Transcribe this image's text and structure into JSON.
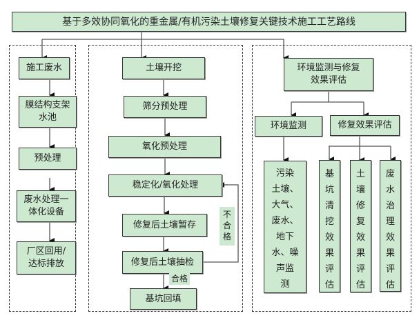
{
  "title": "基于多效协同氧化的重金属/有机污染土壤修复关键技术施工工艺路线",
  "colors": {
    "box_fill": "#cde9d0",
    "border": "#333333"
  },
  "left_column": {
    "steps": [
      "施工废水",
      "膜结构支架\n水池",
      "预处理",
      "废水处理一\n体化设备",
      "厂区回用/\n达标排放"
    ]
  },
  "middle_column": {
    "steps": [
      "土壤开挖",
      "筛分预处理",
      "氧化预处理",
      "稳定化/氧化处理",
      "修复后土壤暂存",
      "修复后土壤抽检",
      "基坑回填"
    ],
    "fail_label": "不\n合\n格",
    "pass_label": "合格"
  },
  "right_column": {
    "top": "环境监测与修复\n效果评估",
    "branches": [
      "环境监测",
      "修复效果评估"
    ],
    "monitoring_detail": "污染\n土壤、\n大气、\n废水、\n地下\n水、噪\n声监\n测",
    "evaluations": [
      "基\n坑\n清\n挖\n效\n果\n评\n估",
      "土\n壤\n修\n复\n效\n果\n评\n估",
      "废\n水\n治\n理\n效\n果\n评\n估"
    ]
  }
}
